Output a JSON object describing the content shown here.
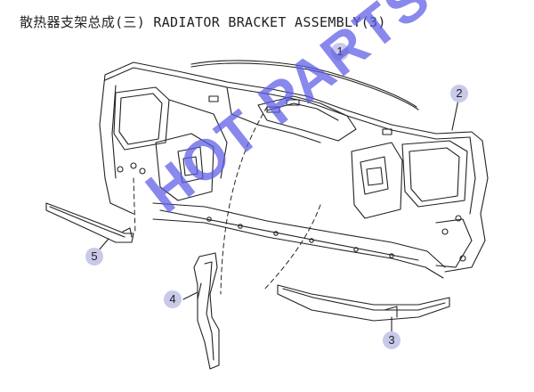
{
  "header": {
    "title": "散热器支架总成(三) RADIATOR BRACKET ASSEMBLY(3)"
  },
  "callouts": [
    {
      "label": "1"
    },
    {
      "label": "2"
    },
    {
      "label": "3"
    },
    {
      "label": "4"
    },
    {
      "label": "5"
    }
  ],
  "watermark": {
    "text": "HOT PARTS"
  },
  "colors": {
    "line": "#222222",
    "callout_fill": "#c9c9ea",
    "watermark": "#5a5ae6"
  }
}
